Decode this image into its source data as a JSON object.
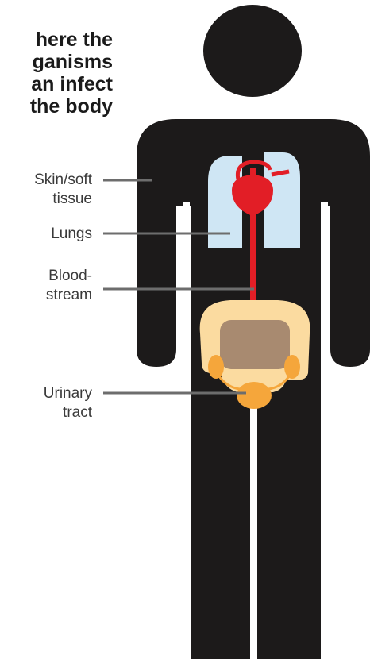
{
  "title": {
    "lines": [
      "here the",
      "ganisms",
      "an infect",
      "the body"
    ]
  },
  "labels": {
    "skin": [
      "Skin/soft",
      "tissue"
    ],
    "lungs": [
      "Lungs"
    ],
    "blood": [
      "Blood-",
      "stream"
    ],
    "urinary": [
      "Urinary",
      "tract"
    ]
  },
  "colors": {
    "silhouette": "#1c1a1a",
    "lung": "#cfe6f4",
    "heart": "#e21e26",
    "intestine_outer": "#fbdba0",
    "intestine_inner": "#a88a70",
    "urinary": "#f5a63b",
    "leader_line": "#6d6d6d",
    "gap": "#ffffff"
  }
}
